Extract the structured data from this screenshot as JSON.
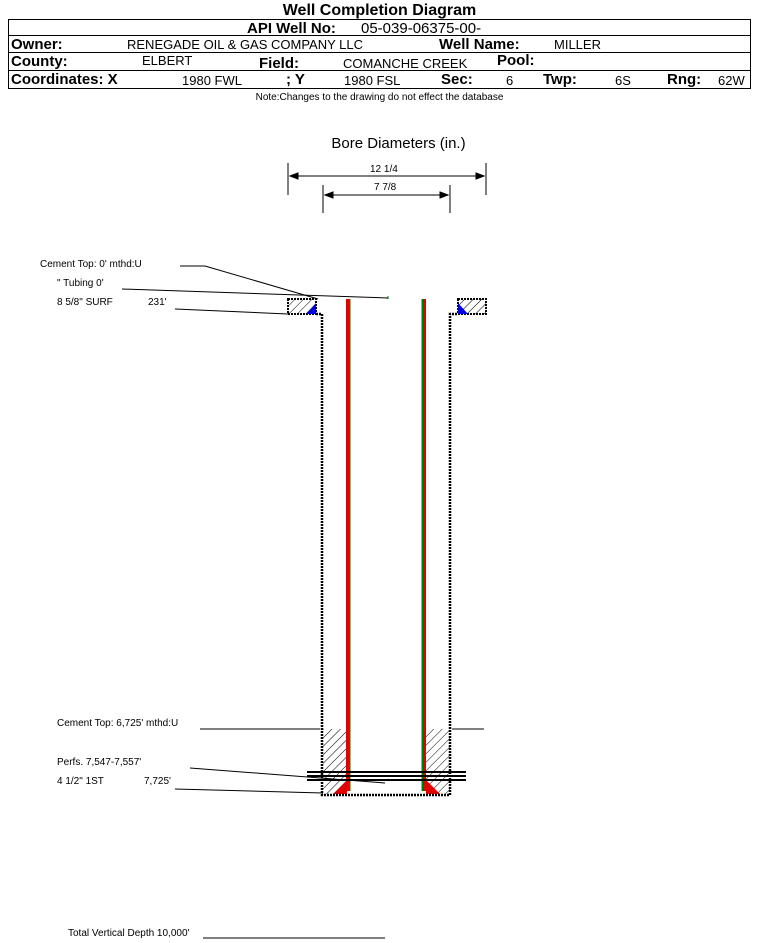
{
  "title": "Well Completion Diagram",
  "header": {
    "api_label": "API Well No:",
    "api": "05-039-06375-00-",
    "owner_label": "Owner:",
    "owner": "RENEGADE OIL & GAS COMPANY LLC",
    "well_name_label": "Well Name:",
    "well_name": "MILLER",
    "county_label": "County:",
    "county": "ELBERT",
    "field_label": "Field:",
    "field": "COMANCHE CREEK",
    "pool_label": "Pool:",
    "coord_label": "Coordinates: X",
    "x": "1980 FWL",
    "y_label": "; Y",
    "y": "1980 FSL",
    "sec_label": "Sec:",
    "sec": "6",
    "twp_label": "Twp:",
    "twp": "6S",
    "rng_label": "Rng:",
    "rng": "62W"
  },
  "note": "Note:Changes to the drawing do not effect the database",
  "bore": {
    "title": "Bore Diameters (in.)",
    "outer": "12 1/4",
    "inner": "7 7/8"
  },
  "labels": {
    "cement_top_1": "Cement Top: 0' mthd:U",
    "tubing": "\" Tubing 0'",
    "surf": "8 5/8\" SURF",
    "surf_depth": "231'",
    "cement_top_2": "Cement Top: 6,725' mthd:U",
    "perfs": "Perfs. 7,547-7,557'",
    "prod": "4 1/2\" 1ST",
    "prod_depth": "7,725'",
    "tvd": "Total Vertical Depth 10,000'"
  },
  "colors": {
    "tubing": "#e00000",
    "tubing_edge": "#008000",
    "cement_wedge": "#0000e0"
  }
}
